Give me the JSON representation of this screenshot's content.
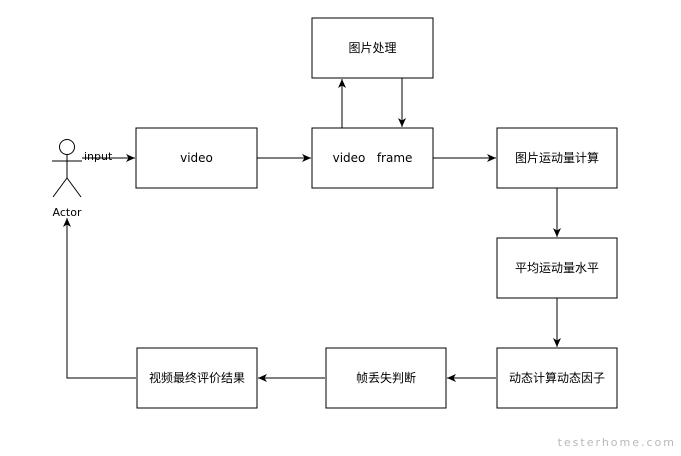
{
  "actor": {
    "label": "Actor"
  },
  "edge_labels": {
    "input": "input"
  },
  "nodes": {
    "video": "video",
    "video_frame": "video   frame",
    "image_processing": "图片处理",
    "image_motion_calc": "图片运动量计算",
    "avg_motion_level": "平均运动量水平",
    "dynamic_factor_calc": "动态计算动态因子",
    "frame_drop_judgment": "帧丢失判断",
    "final_video_evaluation": "视频最终评价结果"
  },
  "watermark": "testerhome.com"
}
